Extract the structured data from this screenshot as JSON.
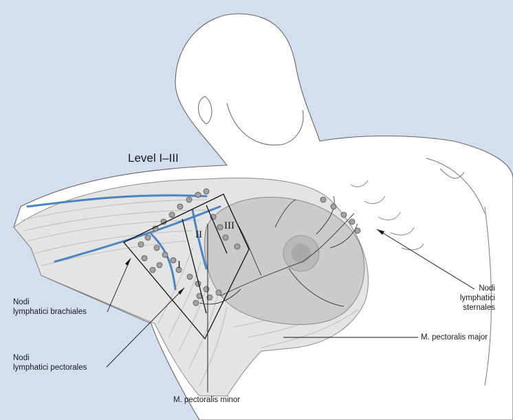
{
  "title": "Level I–III",
  "levels": [
    "I",
    "II",
    "III"
  ],
  "labels": {
    "nodi_brachiales": [
      "Nodi",
      "lymphatici brachiales"
    ],
    "nodi_pectorales": [
      "Nodi",
      "lymphatici pectorales"
    ],
    "nodi_sternales": [
      "Nodi",
      "lymphatici",
      "sternales"
    ],
    "pectoralis_major": "M. pectoralis major",
    "pectoralis_minor": "M. pectoralis minor"
  },
  "colors": {
    "background": "#d3deee",
    "body": "#ffffff",
    "muscle": "#e6e6e6",
    "breast": "#c9c9c9",
    "vessel": "#4a84c4",
    "node": "#a3a3a3",
    "outline": "#555555"
  }
}
